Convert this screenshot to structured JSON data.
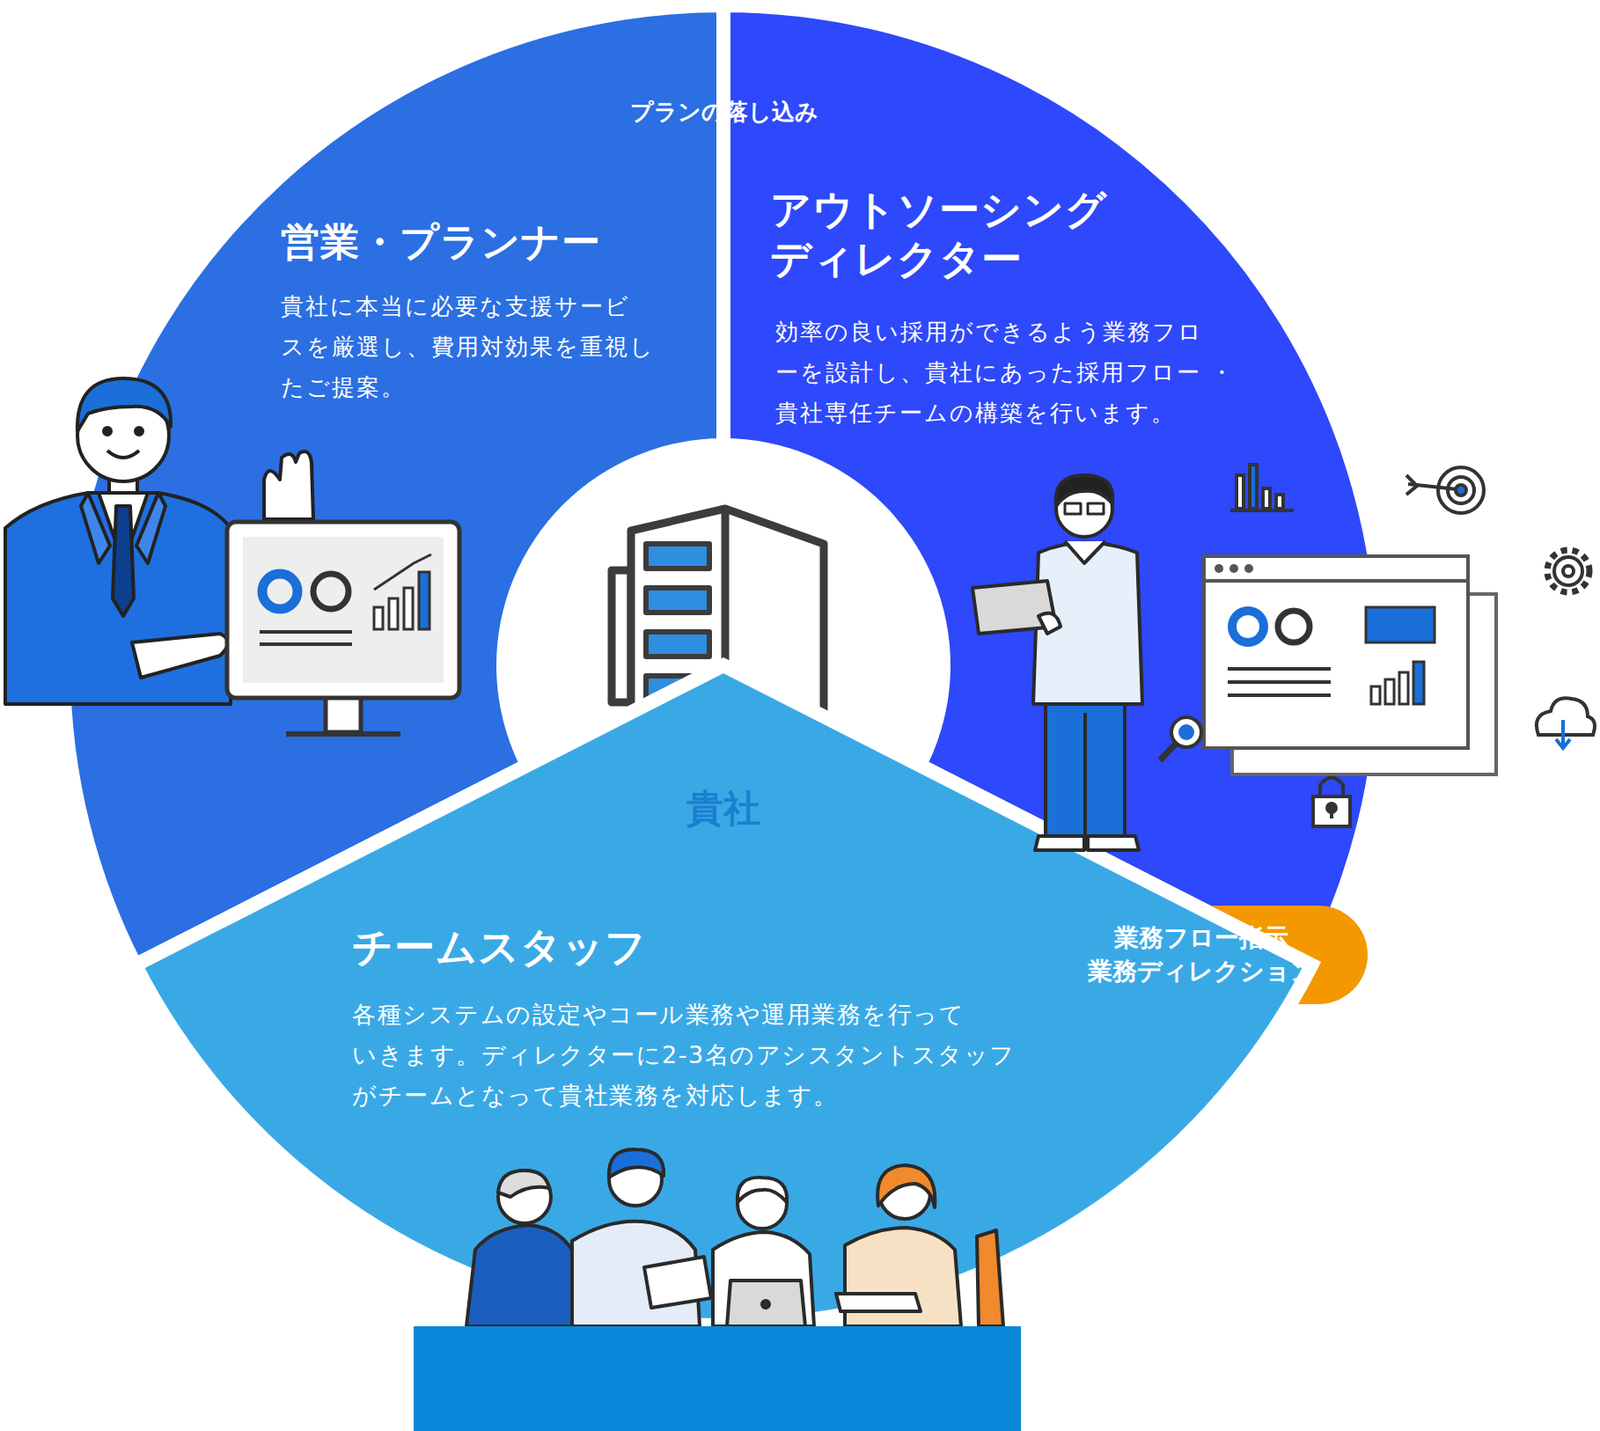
{
  "diagram": {
    "nodes": [
      {
        "text": [
          "プランの落し込み"
        ]
      },
      {
        "text": [
          "営業・プランナー",
          "貴社に本当に必要な支援サービ スを厳選し、費用対効果を重視し たご提案。"
        ]
      },
      {
        "text": [
          "アウトソーシング ディレクター",
          "効率の良い採用ができるよう業務フロ ーを設計し、貴社にあった採用フロー ・貴社専任チームの構築を行います。"
        ]
      },
      {
        "text": [
          "貴社"
        ]
      },
      {
        "text": [
          "業務フロー指示 業務ディレクション"
        ]
      },
      {
        "text": [
          "チームスタッフ",
          "各種システムの設定やコール業務や運用業務を行って いきます。ディレクターに2-3名のアシスタントスタッフ がチームとなって貴社業務を対応します。"
        ]
      }
    ]
  }
}
